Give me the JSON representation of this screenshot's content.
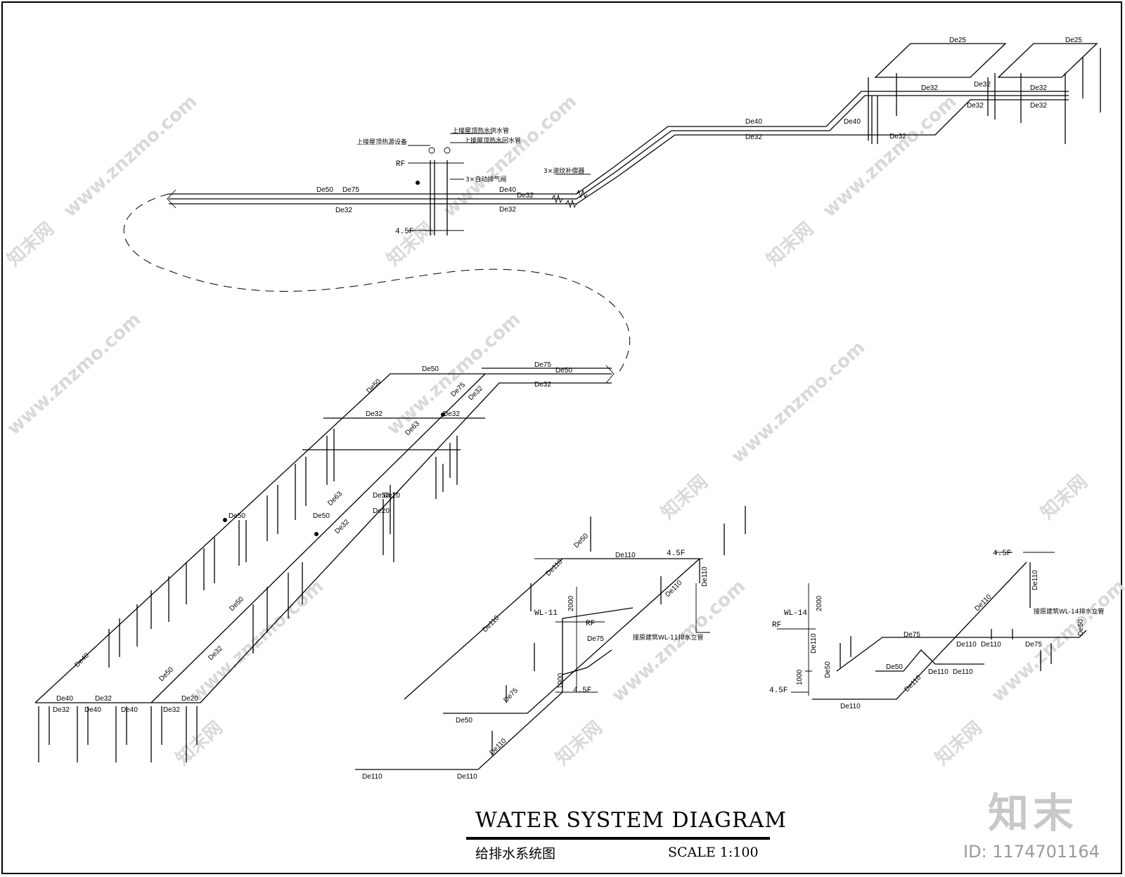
{
  "diagram": {
    "notes": {
      "roof_heat_source": "上接屋顶热源设备",
      "hot_water_supply": "上接屋顶热水供水管",
      "hot_water_return": "上接屋顶热水回水管",
      "air_valve": "3×自动排气阀",
      "expansion_joint": "3×波纹补偿器",
      "stack_wl11": "接原建筑WL-11排水立管",
      "stack_wl14": "接原建筑WL-14排水立管"
    },
    "levels": {
      "rf": "RF",
      "f45": "4.5F",
      "wl11": "WL-11",
      "wl14": "WL-14"
    },
    "dimensions": {
      "d2000": "2000",
      "d1000": "1000"
    },
    "pipe_sizes": [
      "De20",
      "De25",
      "De32",
      "De40",
      "De50",
      "De63",
      "De75",
      "De110"
    ]
  },
  "title": {
    "english": "WATER SYSTEM DIAGRAM",
    "chinese": "给排水系统图",
    "scale": "SCALE 1:100"
  },
  "watermark": {
    "site": "www.znzmo.com",
    "brand": "知末",
    "brand_net": "知末网",
    "id": "ID: 1174701164"
  }
}
